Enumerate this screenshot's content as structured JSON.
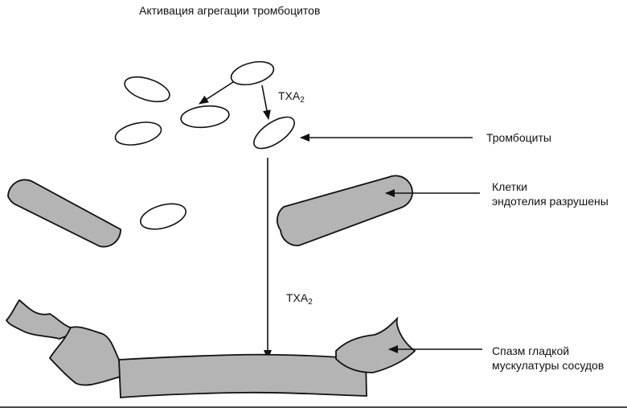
{
  "title": "Активация агрегации тромбоцитов",
  "labels": {
    "txa_base": "TXA",
    "txa_sub": "2",
    "platelets": "Тромбоциты",
    "endothelium_line1": "Клетки",
    "endothelium_line2": "эндотелия разрушены",
    "spasm_line1": "Спазм гладкой",
    "spasm_line2": "мускулатуры сосудов"
  },
  "colors": {
    "cell_fill": "#b4b4b4",
    "stroke": "#111111"
  }
}
